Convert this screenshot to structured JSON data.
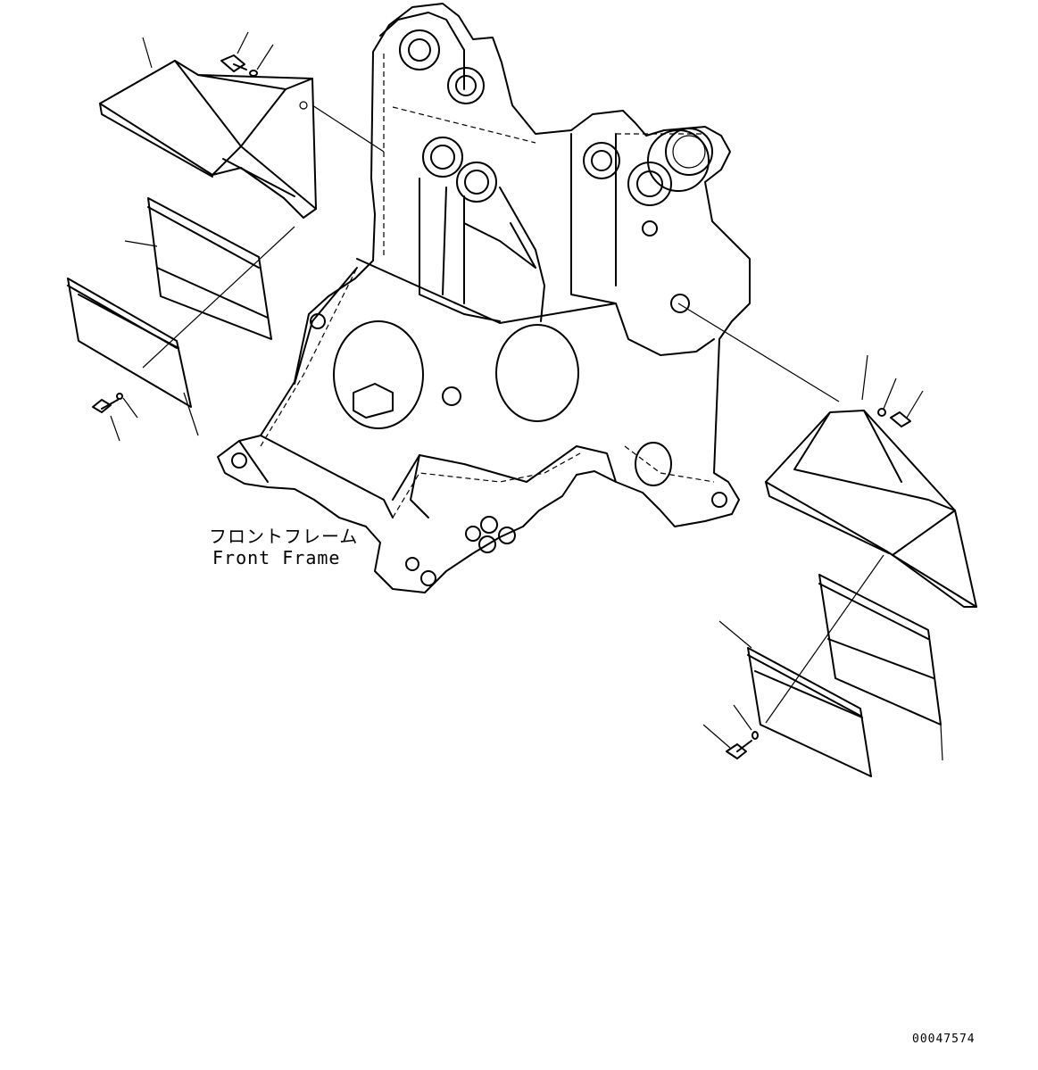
{
  "label": {
    "japanese": "フロントフレーム",
    "english": "Front Frame"
  },
  "drawing_number": "00047574"
}
